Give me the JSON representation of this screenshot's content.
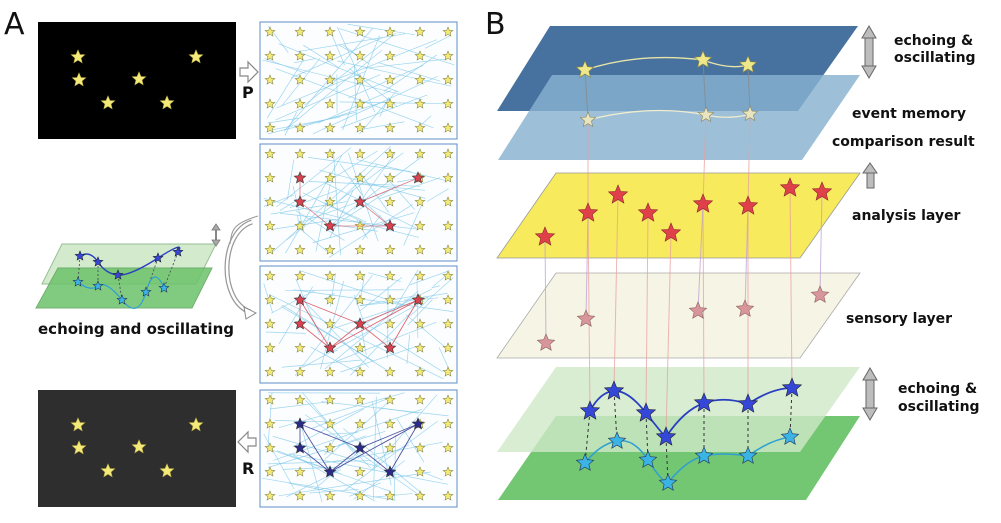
{
  "panel_a": {
    "letter": "A",
    "arrow_p_label": "P",
    "arrow_r_label": "R",
    "echo_label": "echoing and oscillating"
  },
  "panel_b": {
    "letter": "B",
    "top_side_label_1": "echoing &",
    "top_side_label_2": "oscillating",
    "event_memory_label": "event memory",
    "comparison_label": "comparison result",
    "analysis_label": "analysis layer",
    "sensory_label": "sensory layer",
    "bottom_side_label_1": "echoing &",
    "bottom_side_label_2": "oscillating"
  },
  "colors": {
    "black_panel": "#000000",
    "dark_panel": "#2e2e2e",
    "star_yellow": "#f3ea7a",
    "grid_line": "#7ec8e8",
    "red_node": "#d9424f",
    "blue_node": "#2a2a8a",
    "top_layer": "#3d6a9a",
    "event_layer": "#88b2cf",
    "analysis_layer": "#f7ea5c",
    "sensory_layer": "#f6f4e4",
    "echo_light": "#cfe8c8",
    "echo_dark": "#6cc36a"
  },
  "icons": [
    "star-neuron-icon",
    "double-arrow-icon",
    "up-arrow-icon",
    "hollow-arrow-icon",
    "curved-arrow-icon"
  ]
}
